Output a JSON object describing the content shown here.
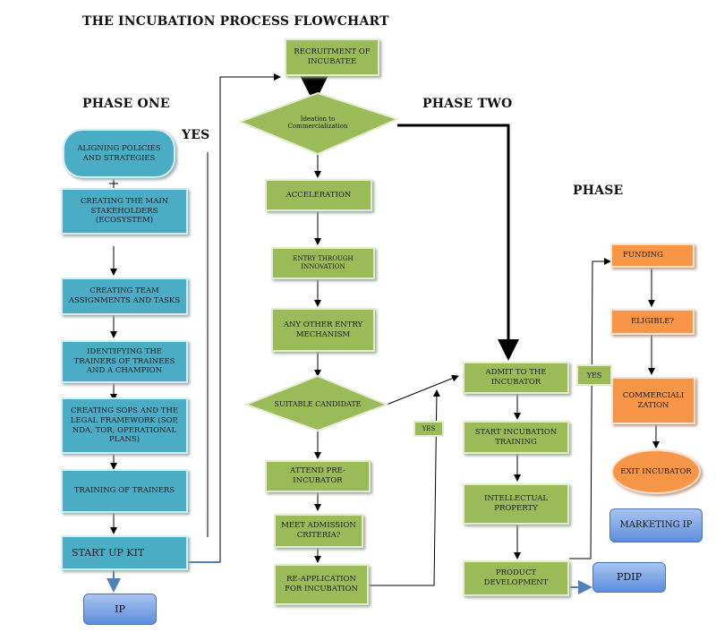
{
  "title": "THE INCUBATION PROCESS FLOWCHART",
  "phases": {
    "one": "PHASE ONE",
    "two": "PHASE TWO",
    "three": "PHASE"
  },
  "labels": {
    "yes_top": "YES",
    "yes_mid": "YES",
    "yes_right": "YES"
  },
  "phase_one": {
    "aligning": "ALIGNING POLICIES AND STRATEGIES",
    "stakeholders": "CREATING THE MAIN STAKEHOLDERS (ECOSYSTEM)",
    "team": "CREATING TEAM ASSIGNMENTS AND TASKS",
    "trainers": "IDENTIFYING THE TRAINERS OF TRAINEES AND A CHAMPION",
    "sops": "CREATING SOPS AND THE LEGAL FRAMEWORK (SOP, NDA, TOR, OPERATIONAL PLANS)",
    "training": "TRAINING OF TRAINERS",
    "kit": "START UP KIT",
    "ip": "IP"
  },
  "phase_two": {
    "recruitment": "RECRUITMENT OF INCUBATEE",
    "ideation": "Ideation to Commercialization",
    "acceleration": "ACCELERATION",
    "entry_innovation": "ENTRY THROUGH INNOVATION",
    "other_entry": "ANY OTHER ENTRY MECHANISM",
    "suitable": "SUITABLE CANDIDATE",
    "attend": "ATTEND PRE-INCUBATOR",
    "criteria": "MEET ADMISSION CRITERIA?",
    "reapply": "RE-APPLICATION FOR INCUBATION"
  },
  "phase_mid": {
    "admit": "ADMIT TO THE INCUBATOR",
    "start_training": "START INCUBATION TRAINING",
    "ip": "INTELLECTUAL PROPERTY",
    "product": "PRODUCT DEVELOPMENT",
    "pdip": "PDIP"
  },
  "phase_three": {
    "funding": "FUNDING",
    "eligible": "ELIGIBLE?",
    "commercial": "COMMERCIALI ZATION",
    "exit": "EXIT INCUBATOR",
    "marketing": "MARKETING IP"
  }
}
